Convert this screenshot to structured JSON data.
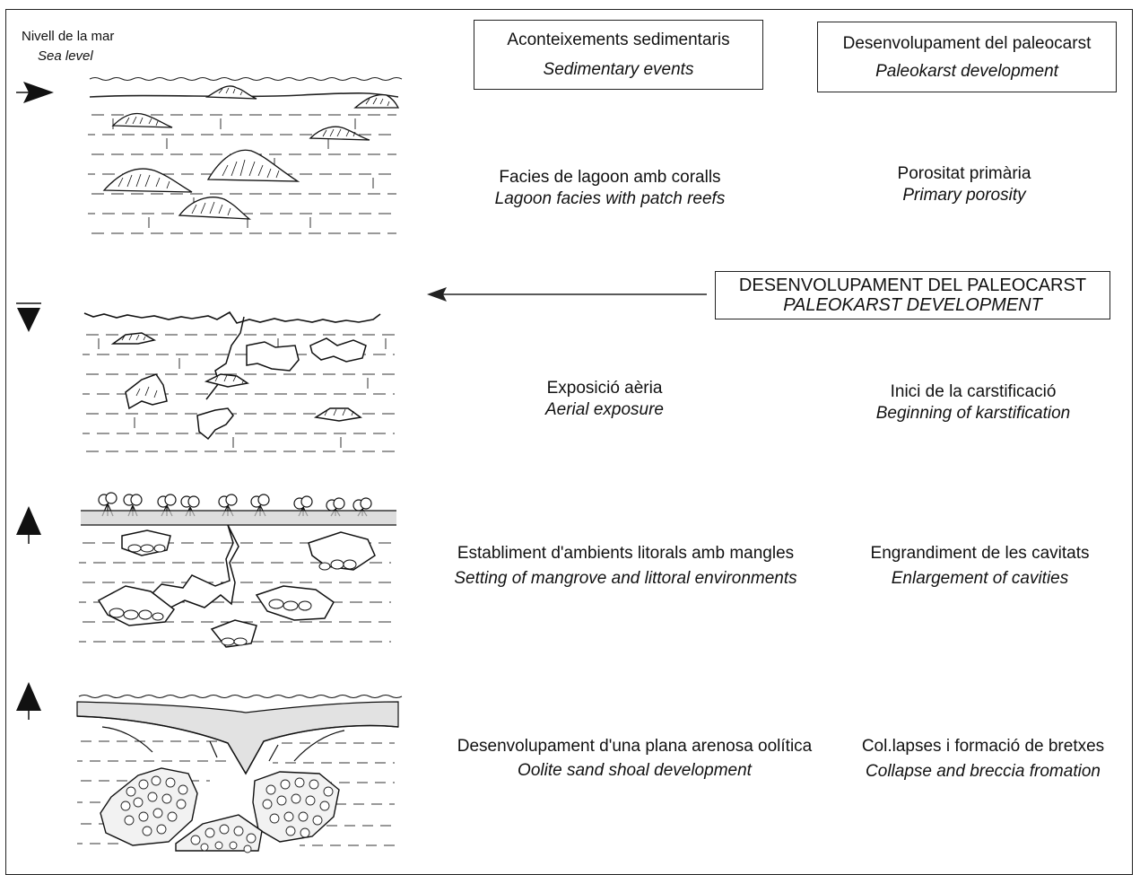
{
  "sea_level": {
    "ca": "Nivell de la mar",
    "en": "Sea level"
  },
  "headers": {
    "sedimentary": {
      "ca": "Aconteixements sedimentaris",
      "en": "Sedimentary events"
    },
    "paleokarst": {
      "ca": "Desenvolupament del paleocarst",
      "en": "Paleokarst development"
    }
  },
  "paleokarst_banner": {
    "ca": "DESENVOLUPAMENT DEL PALEOCARST",
    "en": "PALEOKARST DEVELOPMENT"
  },
  "stages": [
    {
      "sea_level_direction": "reference",
      "event": {
        "ca": "Facies de lagoon amb coralls",
        "en": "Lagoon facies with patch reefs"
      },
      "karst": {
        "ca": "Porositat primària",
        "en": "Primary porosity"
      }
    },
    {
      "sea_level_direction": "down",
      "event": {
        "ca": "Exposició aèria",
        "en": "Aerial exposure"
      },
      "karst": {
        "ca": "Inici de la carstificació",
        "en": "Beginning of karstification"
      }
    },
    {
      "sea_level_direction": "up",
      "event": {
        "ca": "Establiment d'ambients litorals amb mangles",
        "en": "Setting of mangrove and littoral environments"
      },
      "karst": {
        "ca": "Engrandiment de les cavitats",
        "en": "Enlargement of cavities"
      }
    },
    {
      "sea_level_direction": "up",
      "event": {
        "ca": "Desenvolupament d'una plana arenosa oolítica",
        "en": "Oolite sand shoal development"
      },
      "karst": {
        "ca": "Col.lapses i formació de bretxes",
        "en": "Collapse and breccia fromation"
      }
    }
  ]
}
